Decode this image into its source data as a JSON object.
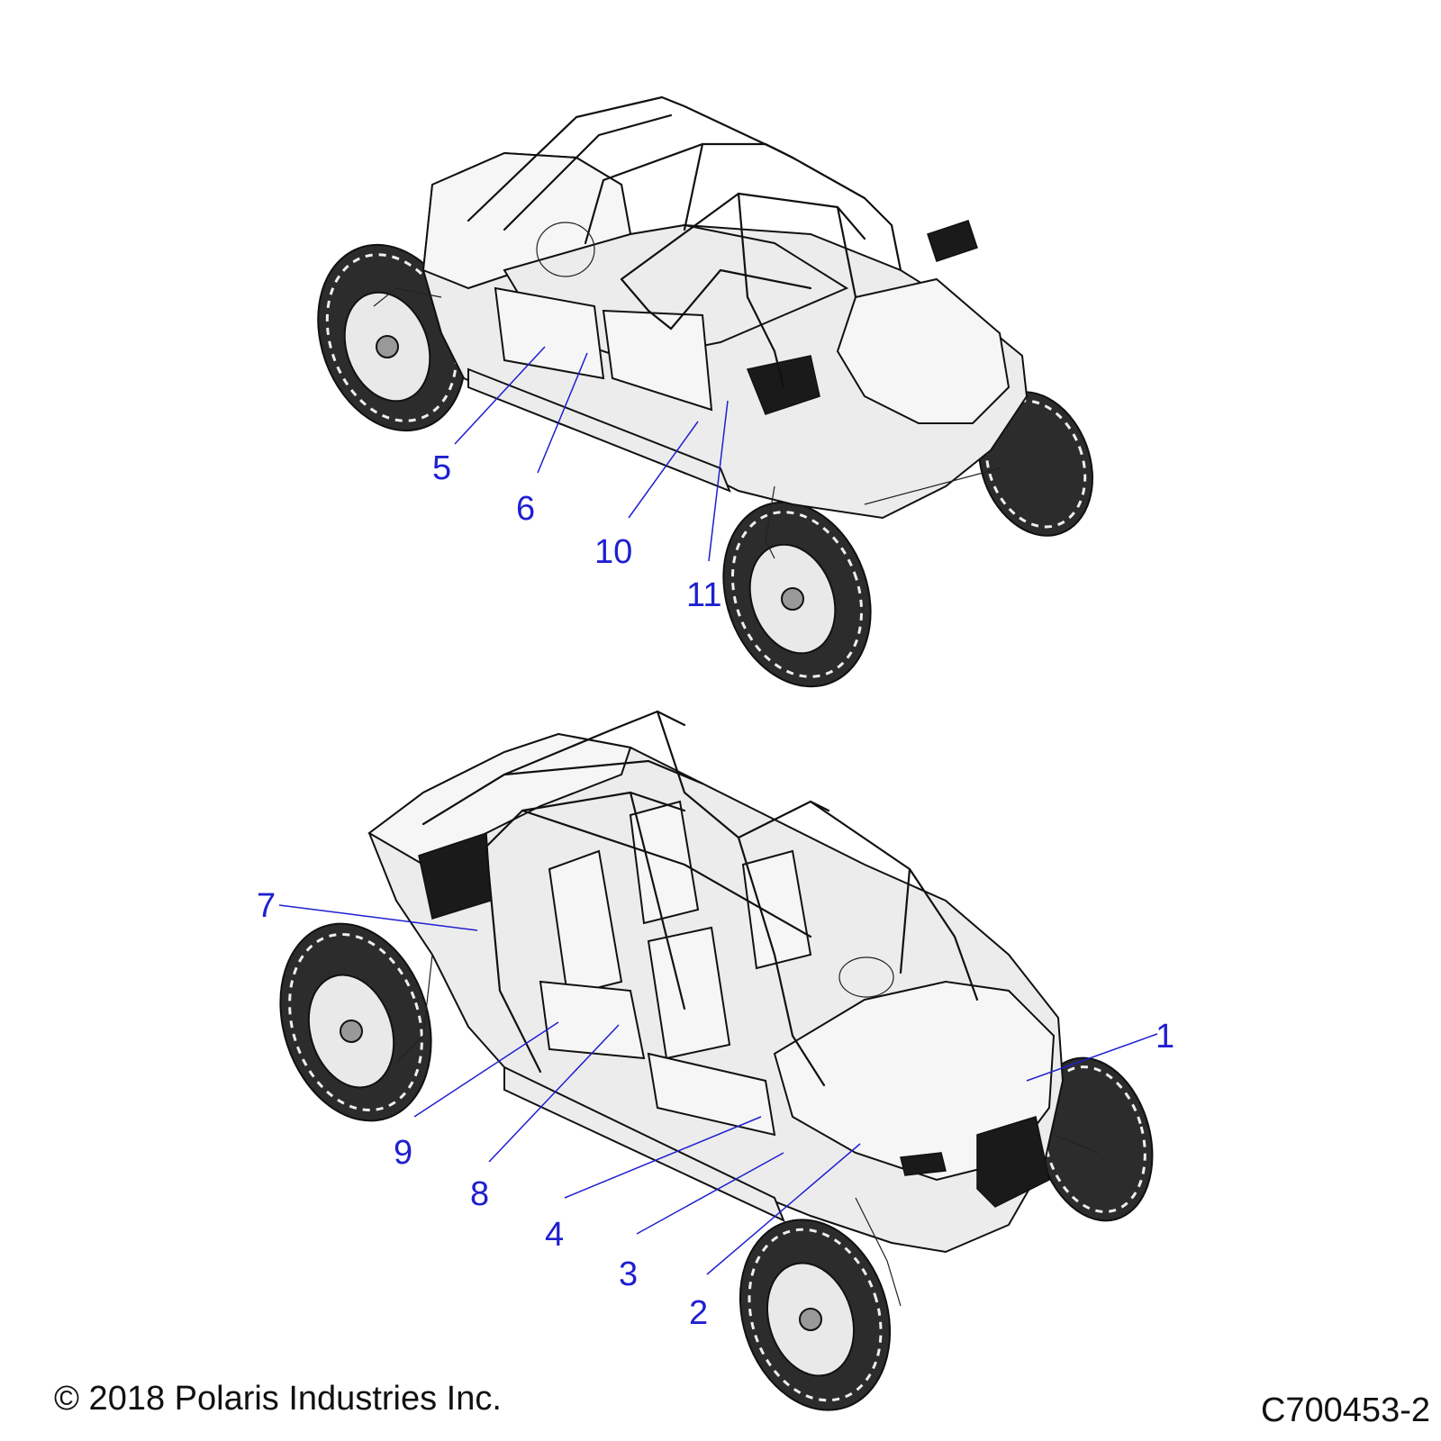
{
  "copyright": "© 2018 Polaris Industries Inc.",
  "drawing_number": "C700453-2",
  "callouts": {
    "c1": "1",
    "c2": "2",
    "c3": "3",
    "c4": "4",
    "c5": "5",
    "c6": "6",
    "c7": "7",
    "c8": "8",
    "c9": "9",
    "c10": "10",
    "c11": "11"
  },
  "colors": {
    "callout": "#1f1fd0",
    "linework": "#111111"
  }
}
